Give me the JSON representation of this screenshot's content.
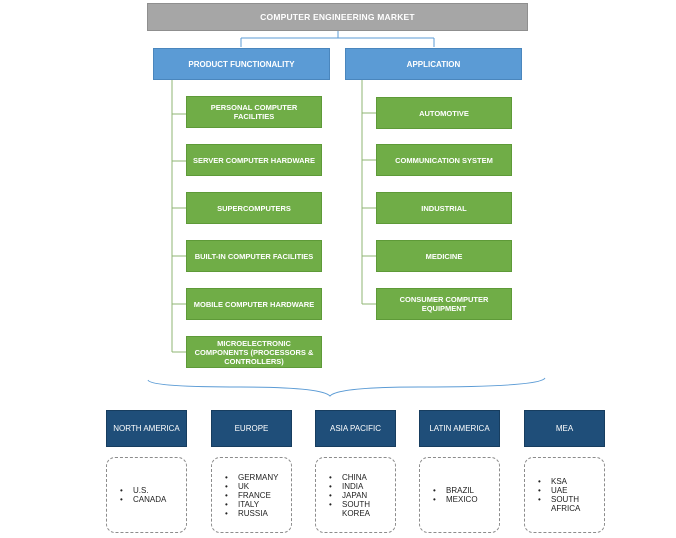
{
  "title": "COMPUTER ENGINEERING MARKET",
  "categories": {
    "product": {
      "label": "PRODUCT FUNCTIONALITY",
      "items": [
        "PERSONAL COMPUTER FACILITIES",
        "SERVER COMPUTER HARDWARE",
        "SUPERCOMPUTERS",
        "BUILT-IN COMPUTER FACILITIES",
        "MOBILE COMPUTER HARDWARE",
        "MICROELECTRONIC COMPONENTS (PROCESSORS & CONTROLLERS)"
      ]
    },
    "application": {
      "label": "APPLICATION",
      "items": [
        "AUTOMOTIVE",
        "COMMUNICATION SYSTEM",
        "INDUSTRIAL",
        "MEDICINE",
        "CONSUMER COMPUTER EQUIPMENT"
      ]
    }
  },
  "regions": [
    {
      "name": "NORTH AMERICA",
      "countries": [
        "U.S.",
        "CANADA"
      ]
    },
    {
      "name": "EUROPE",
      "countries": [
        "GERMANY",
        "UK",
        "FRANCE",
        "ITALY",
        "RUSSIA"
      ]
    },
    {
      "name": "ASIA PACIFIC",
      "countries": [
        "CHINA",
        "INDIA",
        "JAPAN",
        "SOUTH KOREA"
      ]
    },
    {
      "name": "LATIN AMERICA",
      "countries": [
        "BRAZIL",
        "MEXICO"
      ]
    },
    {
      "name": "MEA",
      "countries": [
        "KSA",
        "UAE",
        "SOUTH AFRICA"
      ]
    }
  ],
  "colors": {
    "title_bg": "#a6a6a6",
    "category_bg": "#5b9bd5",
    "segment_bg": "#70ad47",
    "region_bg": "#1f4e79",
    "connector": "#5b9bd5"
  }
}
